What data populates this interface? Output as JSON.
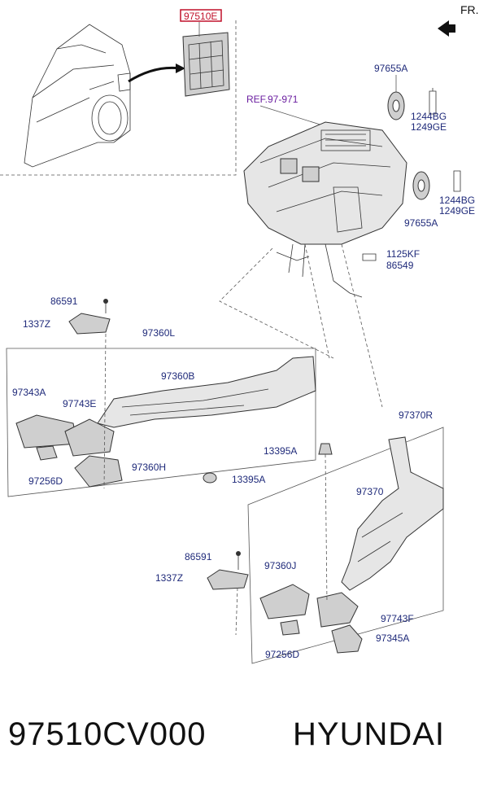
{
  "direction": "FR.",
  "reference": "REF.97-971",
  "highlighted_part": "97510E",
  "labels": {
    "p97655A_top": "97655A",
    "p1244BG_top": "1244BG",
    "p1249GE_top": "1249GE",
    "p1244BG_mid": "1244BG",
    "p1249GE_mid": "1249GE",
    "p97655A_mid": "97655A",
    "p1125KF": "1125KF",
    "p86549": "86549",
    "p86591_l": "86591",
    "p1337Z_l": "1337Z",
    "p97360L": "97360L",
    "p97360B": "97360B",
    "p97343A": "97343A",
    "p97743E": "97743E",
    "p97256D_l": "97256D",
    "p97360H": "97360H",
    "p13395A_l": "13395A",
    "p97370R": "97370R",
    "p13395A_r": "13395A",
    "p97370": "97370",
    "p86591_r": "86591",
    "p1337Z_r": "1337Z",
    "p97360J": "97360J",
    "p97743F": "97743F",
    "p97345A": "97345A",
    "p97256D_r": "97256D"
  },
  "footer": {
    "part_number": "97510CV000",
    "brand": "HYUNDAI"
  }
}
